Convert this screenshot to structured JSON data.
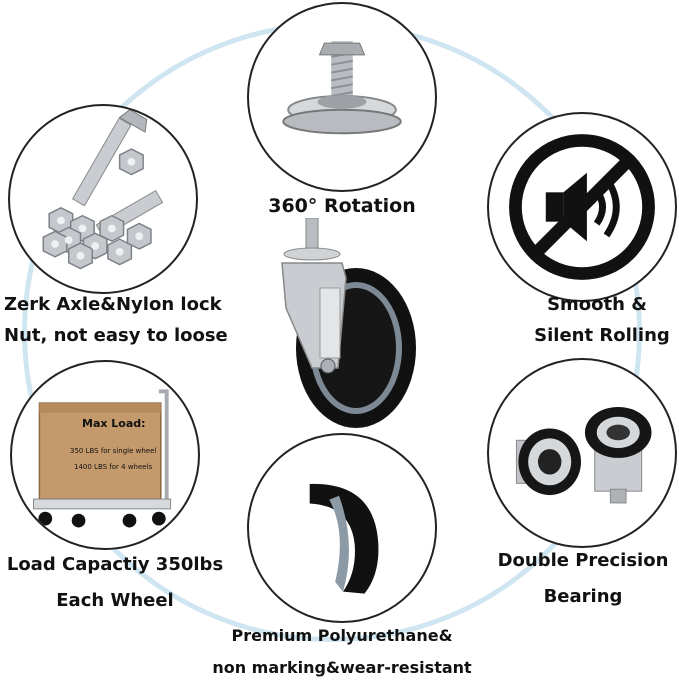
{
  "features": {
    "rotation": {
      "label": "360° Rotation",
      "icon": "bolt-plate-icon"
    },
    "silent": {
      "line1": "Smooth &",
      "line2": "Silent Rolling",
      "icon": "mute-speaker-icon"
    },
    "axle": {
      "line1": "Zerk Axle&Nylon lock",
      "line2": "Nut, not easy to loose",
      "icon": "bolts-nuts-icon"
    },
    "load": {
      "line1": "Load Capactiy 350lbs",
      "line2": "Each Wheel",
      "icon": "cart-box-icon",
      "box_title": "Max Load:",
      "box_line1": "350 LBS for single wheel",
      "box_line2": "1400 LBS for 4 wheels"
    },
    "bearing": {
      "line1": "Double Precision",
      "line2": "Bearing",
      "icon": "bearing-icon"
    },
    "tread": {
      "line1": "Premium Polyurethane&",
      "line2": "non marking&wear-resistant",
      "icon": "tread-icon"
    }
  },
  "colors": {
    "ring": "#cfe6f2",
    "wheel": "#111111",
    "rim": "#7d8a96",
    "metal": "#c9ccd0",
    "box": "#c49a6c"
  }
}
